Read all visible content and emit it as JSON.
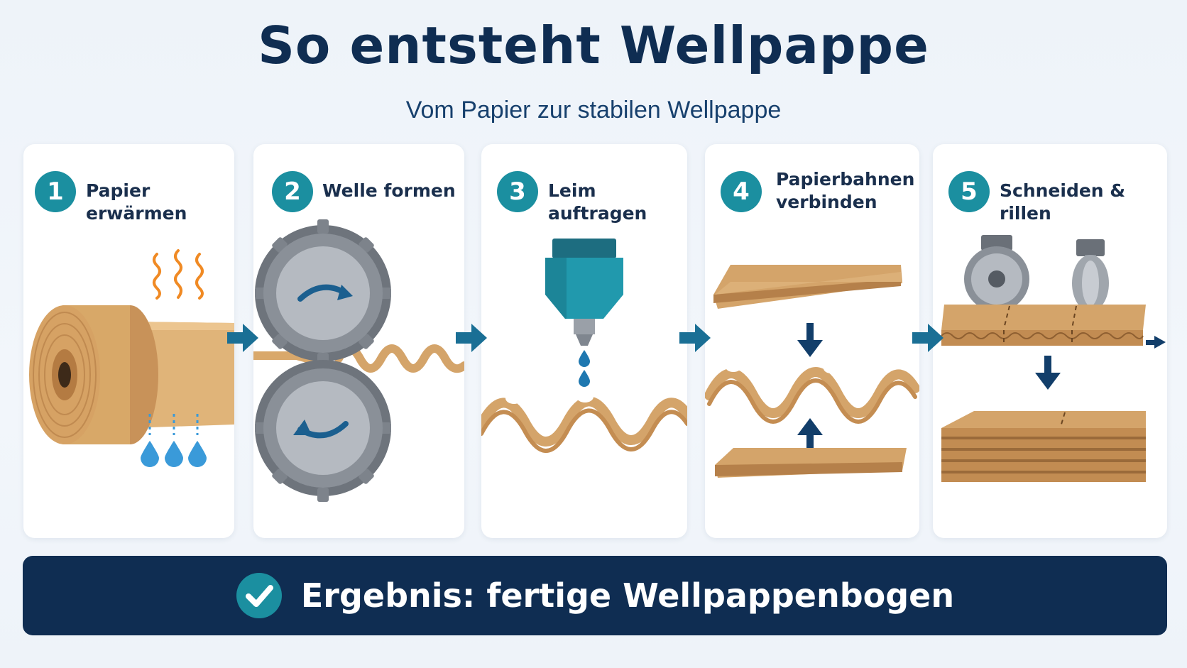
{
  "header": {
    "title": "So entsteht Wellpappe",
    "subtitle": "Vom Papier zur stabilen Wellpappe"
  },
  "steps": [
    {
      "number": "1",
      "label": "Papier erwärmen",
      "icon": "paper-roll-heat-steam-icon"
    },
    {
      "number": "2",
      "label": "Welle formen",
      "icon": "corrugating-rollers-icon"
    },
    {
      "number": "3",
      "label": "Leim auftragen",
      "icon": "glue-nozzle-icon"
    },
    {
      "number": "4",
      "label_line1": "Papierbahnen",
      "label_line2": "verbinden",
      "icon": "bonding-sheets-icon"
    },
    {
      "number": "5",
      "label": "Schneiden & rillen",
      "icon": "cutting-scoring-icon"
    }
  ],
  "result": {
    "text": "Ergebnis: fertige Wellpappenbogen",
    "icon": "checkmark-icon"
  },
  "colors": {
    "navy": "#0f2d52",
    "teal": "#1b8fa0",
    "kraft": "#d4a46a",
    "arrow": "#1a6f95",
    "heat": "#f08a24",
    "water": "#3a9ad9"
  }
}
